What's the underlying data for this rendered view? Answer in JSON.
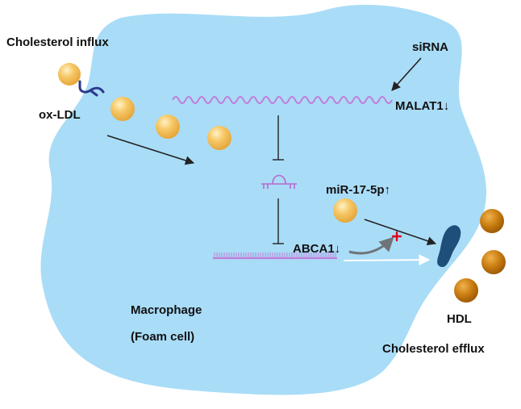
{
  "labels": {
    "cholesterol_influx": "Cholesterol influx",
    "ox_ldl": "ox-LDL",
    "sirna": "siRNA",
    "malat1": "MALAT1↓",
    "mir": "miR-17-5p↑",
    "abca1": "ABCA1↓",
    "macrophage": "Macrophage",
    "foam_cell": "(Foam cell)",
    "hdl": "HDL",
    "cholesterol_efflux": "Cholesterol efflux"
  },
  "colors": {
    "cell": "#a9dcf7",
    "rna": "#c07fd8",
    "mir": "#b66ad0",
    "ldl": "#f4c15a",
    "hdl": "#c77a0b",
    "receptor": "#2b3a8c",
    "transporter": "#1d4f7a",
    "block_mark": "#e0001b",
    "arrow": "#222222",
    "white_arrow": "#ffffff"
  },
  "icons": {
    "ldl_particle": "ox-ldl-particle-icon",
    "hdl_particle": "hdl-particle-icon",
    "receptor": "ldl-receptor-icon",
    "transporter": "abca1-transporter-icon",
    "block": "red-cross-block-icon"
  }
}
